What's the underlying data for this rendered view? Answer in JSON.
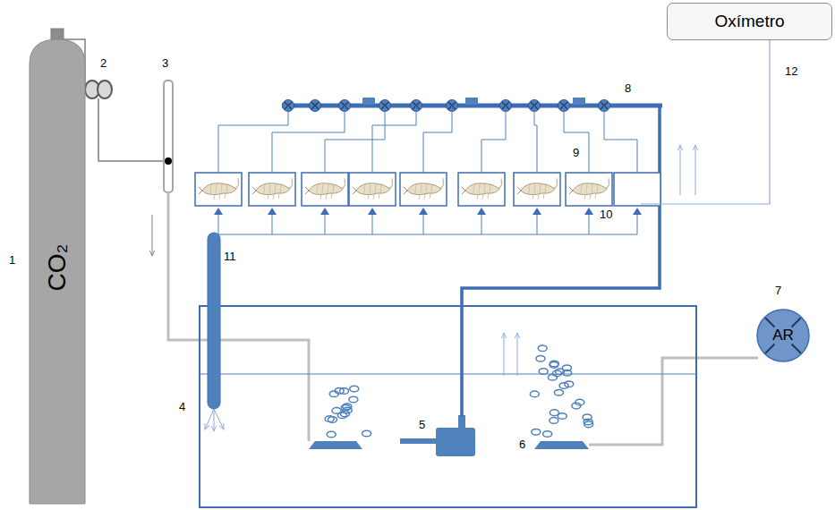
{
  "diagram": {
    "nodes": [
      {
        "text": [
          "Oxímetro"
        ]
      },
      {
        "text": [
          "CO₂"
        ]
      },
      {
        "text": [
          "AR"
        ]
      }
    ],
    "labels": [
      "1",
      "2",
      "3",
      "4",
      "5",
      "6",
      "7",
      "8",
      "9",
      "10",
      "11",
      "12"
    ]
  }
}
